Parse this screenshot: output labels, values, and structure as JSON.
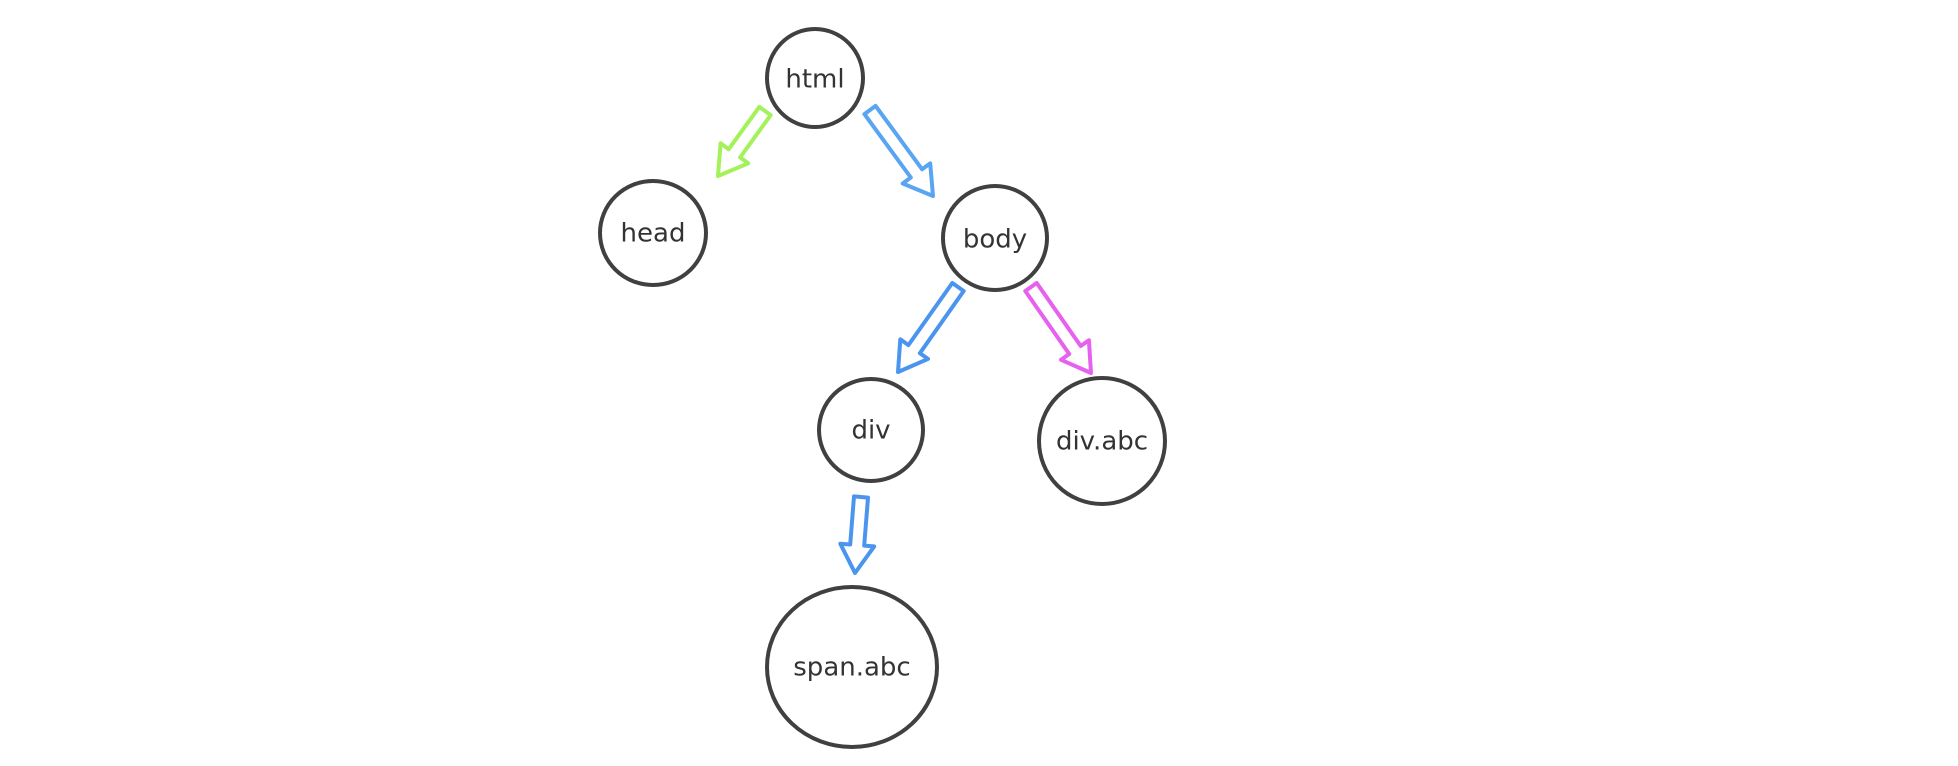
{
  "diagram": {
    "nodes": {
      "html": {
        "label": "html"
      },
      "head": {
        "label": "head"
      },
      "body": {
        "label": "body"
      },
      "div": {
        "label": "div"
      },
      "div_abc": {
        "label": "div.abc"
      },
      "span_abc": {
        "label": "span.abc"
      }
    },
    "edges": [
      {
        "from": "html",
        "to": "head",
        "color": "#a4f25a"
      },
      {
        "from": "html",
        "to": "body",
        "color": "#5aa5f2"
      },
      {
        "from": "body",
        "to": "div",
        "color": "#4b95ee"
      },
      {
        "from": "body",
        "to": "div.abc",
        "color": "#e561ee"
      },
      {
        "from": "div",
        "to": "span.abc",
        "color": "#4b95ee"
      }
    ]
  }
}
